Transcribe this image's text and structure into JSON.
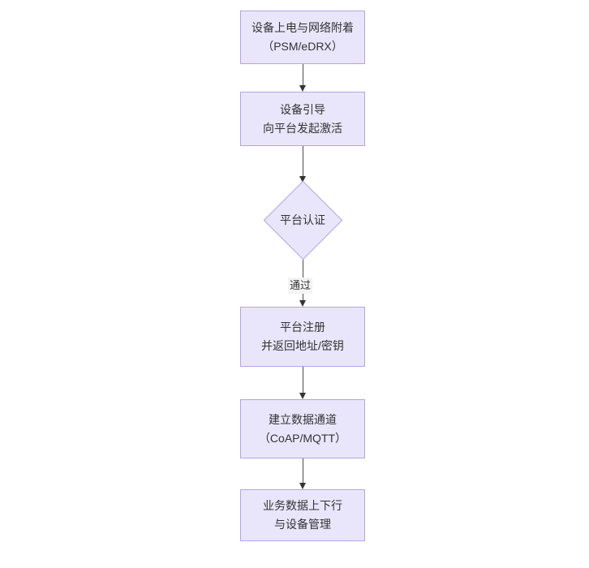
{
  "diagram": {
    "type": "flowchart",
    "orientation": "top-to-bottom",
    "colors": {
      "node_fill": "#e9e6fb",
      "node_border": "#b4a3e3",
      "text": "#333333",
      "connector": "#4d4d4d",
      "edge_label_background": "#f4f4f4",
      "canvas_background": "#ffffff"
    },
    "nodes": [
      {
        "id": "n1",
        "shape": "rectangle",
        "line1": "设备上电与网络附着",
        "line2": "（PSM/eDRX）"
      },
      {
        "id": "n2",
        "shape": "rectangle",
        "line1": "设备引导",
        "line2": "向平台发起激活"
      },
      {
        "id": "n3",
        "shape": "diamond",
        "line1": "平台认证",
        "line2": ""
      },
      {
        "id": "n4",
        "shape": "rectangle",
        "line1": "平台注册",
        "line2": "并返回地址/密钥"
      },
      {
        "id": "n5",
        "shape": "rectangle",
        "line1": "建立数据通道",
        "line2": "（CoAP/MQTT）"
      },
      {
        "id": "n6",
        "shape": "rectangle",
        "line1": "业务数据上下行",
        "line2": "与设备管理"
      }
    ],
    "edges": [
      {
        "id": "e1",
        "from": "n1",
        "to": "n2",
        "label": ""
      },
      {
        "id": "e2",
        "from": "n2",
        "to": "n3",
        "label": ""
      },
      {
        "id": "e3",
        "from": "n3",
        "to": "n4",
        "label": "通过"
      },
      {
        "id": "e4",
        "from": "n4",
        "to": "n5",
        "label": ""
      },
      {
        "id": "e5",
        "from": "n5",
        "to": "n6",
        "label": ""
      }
    ]
  }
}
